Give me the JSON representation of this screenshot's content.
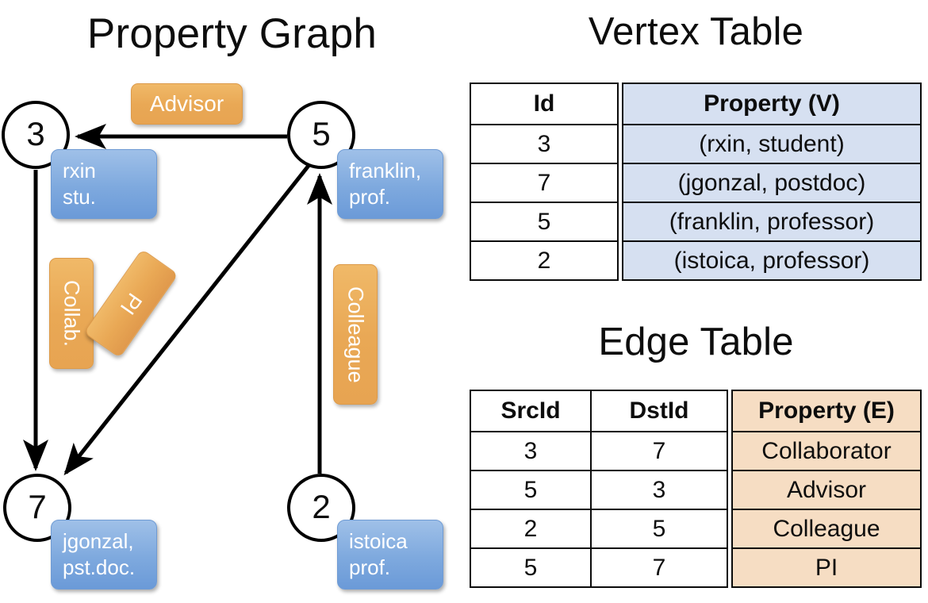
{
  "headings": {
    "property_graph": "Property Graph",
    "vertex_table": "Vertex Table",
    "edge_table": "Edge Table"
  },
  "graph": {
    "nodes": [
      {
        "id": "3",
        "property_label": "rxin\nstu."
      },
      {
        "id": "5",
        "property_label": "franklin,\nprof."
      },
      {
        "id": "7",
        "property_label": "jgonzal,\npst.doc."
      },
      {
        "id": "2",
        "property_label": "istoica\nprof."
      }
    ],
    "node_ids": {
      "n3": "3",
      "n5": "5",
      "n7": "7",
      "n2": "2"
    },
    "node_props": {
      "rxin_line1": "rxin",
      "rxin_line2": "stu.",
      "franklin_line1": "franklin,",
      "franklin_line2": "prof.",
      "jgonzal_line1": "jgonzal,",
      "jgonzal_line2": "pst.doc.",
      "istoica_line1": "istoica",
      "istoica_line2": "prof."
    },
    "edge_labels": {
      "advisor": "Advisor",
      "collab": "Collab.",
      "pi": "PI",
      "colleague": "Colleague"
    },
    "edges": [
      {
        "src": "5",
        "dst": "3",
        "label": "Advisor"
      },
      {
        "src": "3",
        "dst": "7",
        "label": "Collab."
      },
      {
        "src": "5",
        "dst": "7",
        "label": "PI"
      },
      {
        "src": "2",
        "dst": "5",
        "label": "Colleague"
      }
    ],
    "colors": {
      "node_stroke": "#000000",
      "vertex_property_box": "#7ea9de",
      "edge_property_box": "#e9a855",
      "edge_line": "#000000"
    }
  },
  "vertex_table": {
    "columns": [
      "Id",
      "Property (V)"
    ],
    "rows": [
      {
        "id": "3",
        "property": "(rxin, student)"
      },
      {
        "id": "7",
        "property": "(jgonzal, postdoc)"
      },
      {
        "id": "5",
        "property": "(franklin, professor)"
      },
      {
        "id": "2",
        "property": "(istoica, professor)"
      }
    ],
    "header_fill": "#d6e0f1",
    "body_fill": "#d6e0f1"
  },
  "edge_table": {
    "columns": [
      "SrcId",
      "DstId",
      "Property (E)"
    ],
    "rows": [
      {
        "src": "3",
        "dst": "7",
        "property": "Collaborator"
      },
      {
        "src": "5",
        "dst": "3",
        "property": "Advisor"
      },
      {
        "src": "2",
        "dst": "5",
        "property": "Colleague"
      },
      {
        "src": "5",
        "dst": "7",
        "property": "PI"
      }
    ],
    "header_fill": "#f6ddc3",
    "body_fill": "#f6ddc3"
  }
}
